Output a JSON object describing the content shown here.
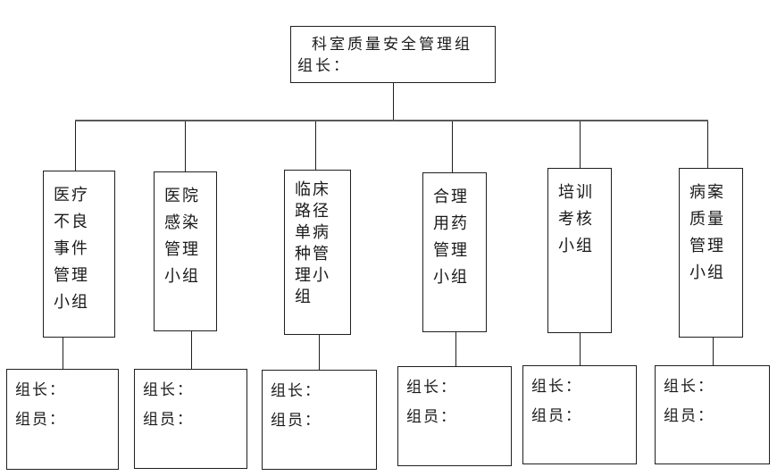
{
  "diagram": {
    "root": {
      "title": "科室质量安全管理组",
      "leader_label": "组长："
    },
    "groups": [
      {
        "name": "医疗不良事件管理小组",
        "lines": [
          "医疗",
          "不良",
          "事件",
          "管理",
          "小组"
        ]
      },
      {
        "name": "医院感染管理小组",
        "lines": [
          "医院",
          "感染",
          "管理",
          "小组"
        ]
      },
      {
        "name": "临床路径单病种管理小组",
        "lines": [
          "临床",
          "路径",
          "单病",
          "种管",
          "理小",
          "组"
        ]
      },
      {
        "name": "合理用药管理小组",
        "lines": [
          "合理",
          "用药",
          "管理",
          "小组"
        ]
      },
      {
        "name": "培训考核小组",
        "lines": [
          "培训",
          "考核",
          "小组"
        ]
      },
      {
        "name": "病案质量管理小组",
        "lines": [
          "病案",
          "质量",
          "管理",
          "小组"
        ]
      }
    ],
    "member_box": {
      "leader_label": "组长：",
      "member_label": "组员："
    }
  },
  "colors": {
    "background": "#ffffff",
    "box_border": "#1f1f1f",
    "text": "#1a1a1a",
    "bus_line": "#595959"
  }
}
